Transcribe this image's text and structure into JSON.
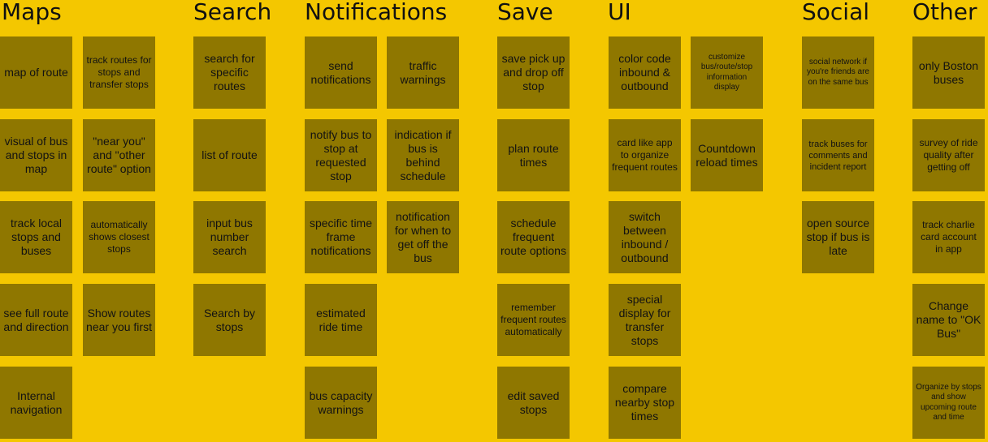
{
  "headings": {
    "maps": "Maps",
    "search": "Search",
    "notifications": "Notifications",
    "save": "Save",
    "ui": "UI",
    "social": "Social",
    "other": "Other"
  },
  "notes": {
    "maps": [
      "map of route",
      "track routes for stops and transfer stops",
      "visual of bus and stops in map",
      "\"near you\" and \"other route\" option",
      "track local stops and buses",
      "automatically shows closest stops",
      "see full route and direction",
      "Show routes near you first",
      "Internal navigation"
    ],
    "search": [
      "search for specific routes",
      "list of route",
      "input bus number search",
      "Search by stops"
    ],
    "notifications": [
      "send notifications",
      "traffic warnings",
      "notify bus to stop at requested stop",
      "indication if bus is behind schedule",
      "specific time frame notifications",
      "notification for when to get off the bus",
      "estimated ride time",
      "bus capacity warnings"
    ],
    "save": [
      "save pick up and drop off stop",
      "plan route times",
      "schedule frequent route options",
      "remember frequent routes automatically",
      "edit saved stops"
    ],
    "ui": [
      "color code inbound & outbound",
      "customize bus/route/stop information display",
      "card like app to organize frequent routes",
      "Countdown reload times",
      "switch between inbound / outbound",
      "special display for transfer stops",
      "compare nearby stop times"
    ],
    "social": [
      "social network if you're friends are on the same bus",
      "track buses for comments and incident report",
      "open source stop if bus is late"
    ],
    "other": [
      "only Boston buses",
      "survey of ride quality after getting off",
      "track charlie card account in app",
      "Change name to \"OK Bus\"",
      "Organize by stops and show upcoming route and time"
    ]
  }
}
